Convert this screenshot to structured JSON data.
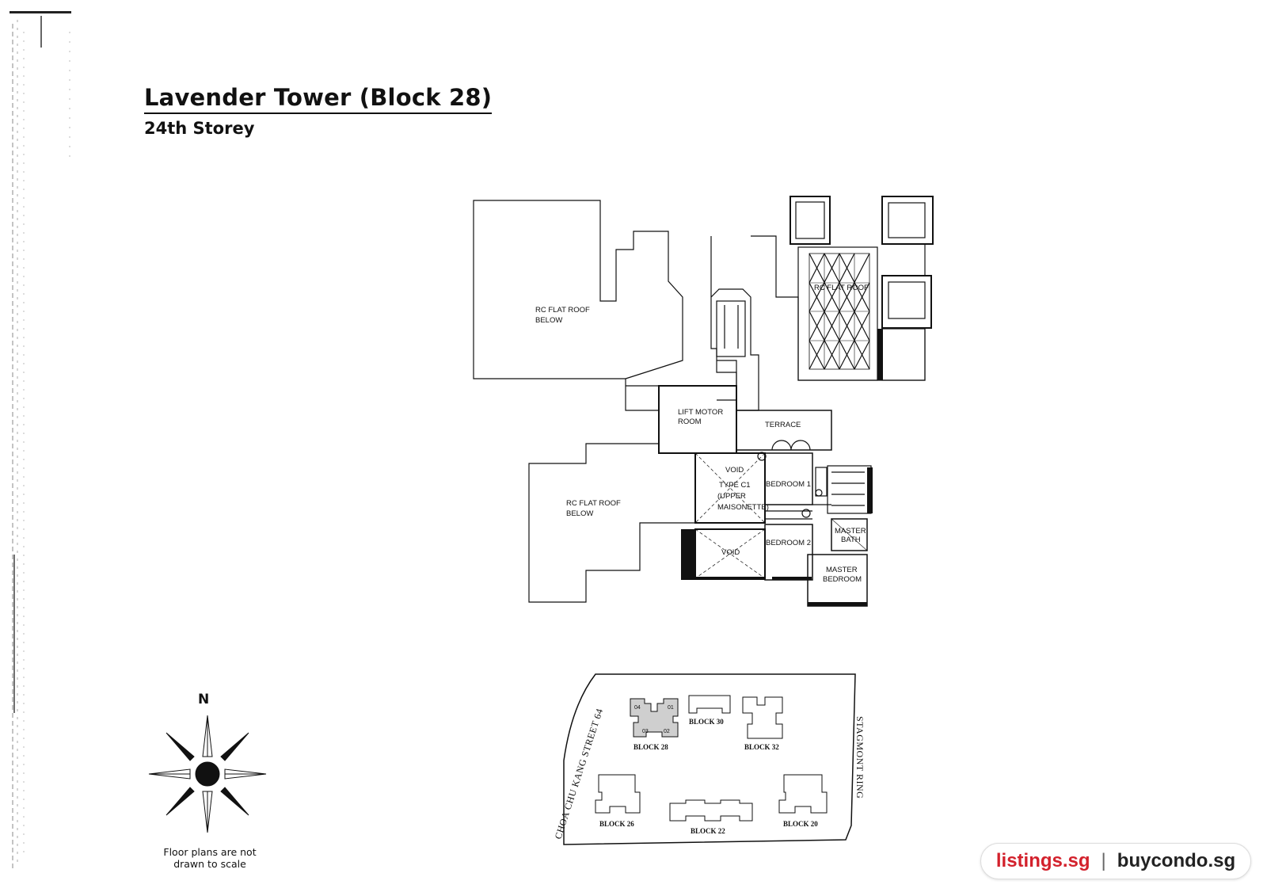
{
  "header": {
    "title": "Lavender Tower (Block 28)",
    "subtitle": "24th Storey"
  },
  "floorplan": {
    "rooms": {
      "roof_top_1": "RC FLAT ROOF",
      "roof_top_2": "BELOW",
      "roof_bottom_1": "RC FLAT ROOF",
      "roof_bottom_2": "BELOW",
      "lift_1": "LIFT MOTOR",
      "lift_2": "ROOM",
      "terrace": "TERRACE",
      "void_top": "VOID",
      "type_1": "TYPE C1",
      "type_2": "(UPPER",
      "type_3": "MAISONETTE)",
      "void_bottom": "VOID",
      "bedroom1": "BEDROOM 1",
      "bedroom2": "BEDROOM 2",
      "master_1": "MASTER",
      "master_2": "BEDROOM",
      "mbath_1": "MASTER",
      "mbath_2": "BATH",
      "rc_flat_roof_right": "RC FLAT ROOF"
    }
  },
  "site_plan": {
    "road_left": "CHOA CHU KANG STREET 64",
    "road_right": "STAGMONT RING",
    "blocks": {
      "b28": "BLOCK 28",
      "b30": "BLOCK 30",
      "b32": "BLOCK 32",
      "b26": "BLOCK 26",
      "b22": "BLOCK 22",
      "b20": "BLOCK 20"
    },
    "unit_tags": [
      "04",
      "01",
      "03",
      "02"
    ]
  },
  "compass": {
    "north_label": "N",
    "note_line1": "Floor plans are not",
    "note_line2": "drawn to scale"
  },
  "watermark": {
    "left": "listings.sg",
    "separator": "|",
    "right": "buycondo.sg",
    "left_color": "#d3212c"
  }
}
